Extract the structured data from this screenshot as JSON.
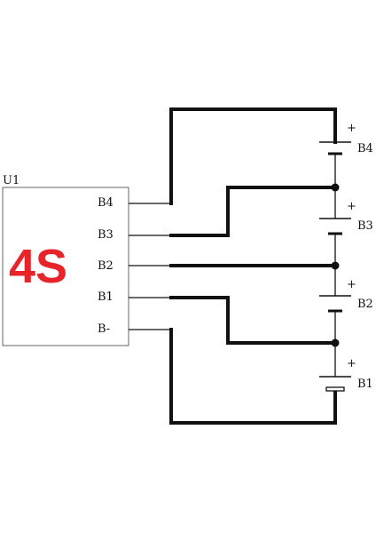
{
  "chip": {
    "ref": "U1",
    "name": "4S",
    "name_color": "#e8242b",
    "pins": [
      "B4",
      "B3",
      "B2",
      "B1",
      "B-"
    ]
  },
  "cells": [
    {
      "label": "B4",
      "polarity": "+"
    },
    {
      "label": "B3",
      "polarity": "+"
    },
    {
      "label": "B2",
      "polarity": "+"
    },
    {
      "label": "B1",
      "polarity": "+"
    }
  ]
}
